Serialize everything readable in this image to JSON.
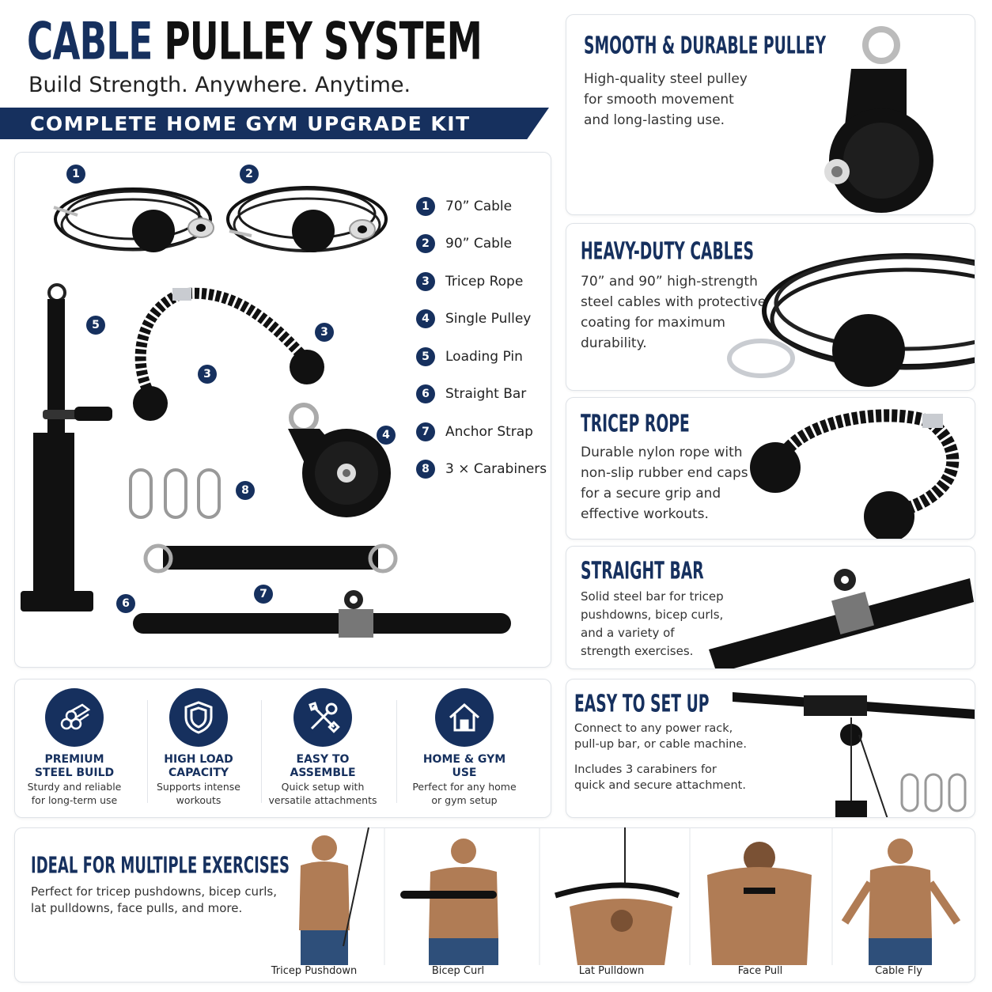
{
  "header": {
    "title_part1": "CABLE",
    "title_part2": "PULLEY SYSTEM",
    "subtitle": "Build Strength. Anywhere. Anytime.",
    "banner": "COMPLETE HOME GYM UPGRADE KIT"
  },
  "kit": {
    "items": [
      {
        "num": "1",
        "label": "70” Cable"
      },
      {
        "num": "2",
        "label": "90” Cable"
      },
      {
        "num": "3",
        "label": "Tricep Rope"
      },
      {
        "num": "4",
        "label": "Single Pulley"
      },
      {
        "num": "5",
        "label": "Loading Pin"
      },
      {
        "num": "6",
        "label": "Straight Bar"
      },
      {
        "num": "7",
        "label": "Anchor Strap"
      },
      {
        "num": "8",
        "label": "3 × Carabiners"
      }
    ],
    "badges": [
      "1",
      "2",
      "5",
      "3",
      "3",
      "4",
      "8",
      "7",
      "6"
    ]
  },
  "features": {
    "pulley": {
      "title": "SMOOTH & DURABLE PULLEY",
      "lines": [
        "High-quality steel pulley",
        "for smooth movement",
        "and long-lasting use."
      ]
    },
    "cables": {
      "title": "HEAVY-DUTY CABLES",
      "lines": [
        "70” and 90” high-strength",
        "steel cables with protective",
        "coating for maximum",
        "durability."
      ]
    },
    "rope": {
      "title": "TRICEP ROPE",
      "lines": [
        "Durable nylon rope with",
        "non-slip rubber end caps",
        "for a secure grip and",
        "effective workouts."
      ]
    },
    "bar": {
      "title": "STRAIGHT BAR",
      "lines": [
        "Solid steel bar for tricep",
        "pushdowns, bicep curls,",
        "and a variety of",
        "strength exercises."
      ]
    },
    "setup": {
      "title": "EASY TO SET UP",
      "lines1": [
        "Connect to any power rack,",
        "pull-up bar, or cable machine."
      ],
      "lines2": [
        "Includes 3 carabiners for",
        "quick and secure attachment."
      ]
    }
  },
  "benefits": [
    {
      "icon": "steel-bars-icon",
      "title1": "PREMIUM",
      "title2": "STEEL BUILD",
      "desc1": "Sturdy and reliable",
      "desc2": "for long-term use"
    },
    {
      "icon": "shield-icon",
      "title1": "HIGH LOAD",
      "title2": "CAPACITY",
      "desc1": "Supports intense",
      "desc2": "workouts"
    },
    {
      "icon": "tools-icon",
      "title1": "EASY TO",
      "title2": "ASSEMBLE",
      "desc1": "Quick setup with",
      "desc2": "versatile attachments"
    },
    {
      "icon": "home-icon",
      "title1": "HOME & GYM",
      "title2": "USE",
      "desc1": "Perfect for any home",
      "desc2": "or gym setup"
    }
  ],
  "exercises": {
    "title": "IDEAL FOR MULTIPLE EXERCISES",
    "lines": [
      "Perfect for tricep pushdowns, bicep curls,",
      "lat pulldowns, face pulls, and more."
    ],
    "items": [
      "Tricep Pushdown",
      "Bicep Curl",
      "Lat Pulldown",
      "Face Pull",
      "Cable Fly"
    ]
  },
  "colors": {
    "navy": "#16305e",
    "black": "#111111",
    "steel": "#c9ccd1"
  }
}
